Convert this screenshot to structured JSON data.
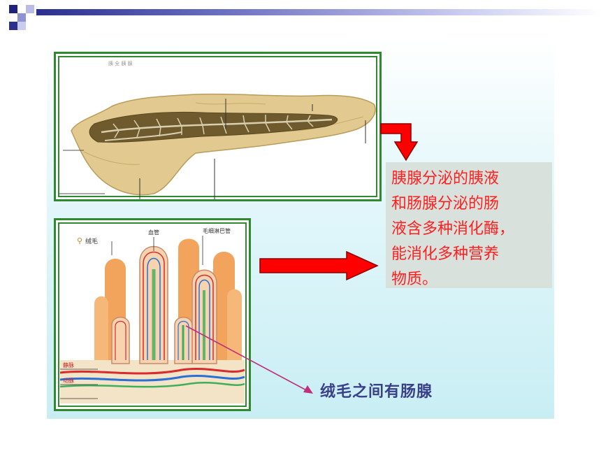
{
  "slide": {
    "description_text": [
      "胰腺分泌的胰液",
      "和肠腺分泌的肠",
      "液含多种消化酶，",
      "能消化多种营养",
      "物质。"
    ],
    "caption": "绒毛之间有肠腺",
    "colors": {
      "title_bar": "#2b2f8f",
      "panel": "#d8f3f7",
      "frame": "#2f8a2f",
      "text_red": "#ff2020",
      "arrow_red": "#ff0000",
      "caption_blue": "#3a3f8a",
      "pointer_line": "#c0307a"
    }
  },
  "pancreas_image": {
    "top_label": "胰 全 胰 腺"
  },
  "villi_image": {
    "labels": {
      "villus": "绒毛",
      "blood_vessel": "血管",
      "lymph": "毛细淋巴管",
      "vein": "静脉",
      "artery": "动脉"
    }
  }
}
